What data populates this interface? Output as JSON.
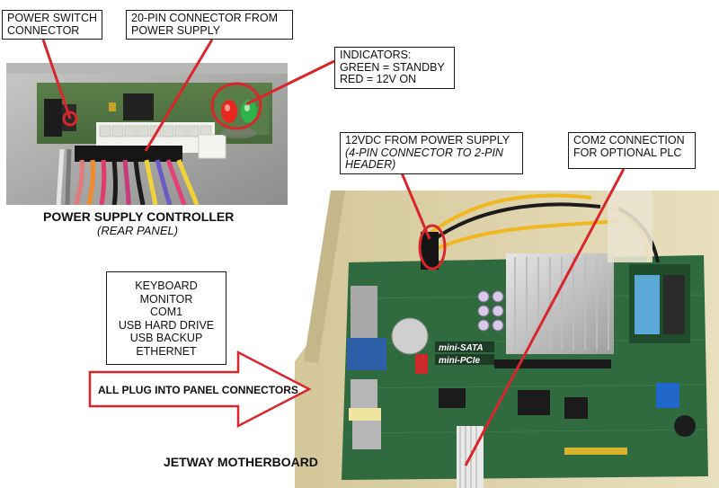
{
  "callouts": {
    "power_switch": [
      "POWER SWITCH",
      "CONNECTOR"
    ],
    "pin20": [
      "20-PIN CONNECTOR FROM",
      "POWER SUPPLY"
    ],
    "indicators": [
      "INDICATORS:",
      "GREEN = STANDBY",
      "RED = 12V ON"
    ],
    "vdc12": [
      "12VDC FROM POWER SUPPLY",
      "(4-PIN CONNECTOR TO 2-PIN",
      "HEADER)"
    ],
    "com2": [
      "COM2 CONNECTION",
      "FOR OPTIONAL PLC"
    ]
  },
  "captions": {
    "psu_title": "POWER SUPPLY CONTROLLER",
    "psu_sub": "(REAR PANEL)",
    "motherboard": "JETWAY MOTHERBOARD"
  },
  "connections_box": [
    "KEYBOARD",
    "MONITOR",
    "COM1",
    "USB HARD DRIVE",
    "USB BACKUP",
    "ETHERNET"
  ],
  "arrow_label": "ALL PLUG INTO PANEL CONNECTORS",
  "board_labels": {
    "mini_sata": "mini-SATA",
    "mini_pcie": "mini-PCIe"
  },
  "colors": {
    "callout_line": "#d9262c",
    "led_red": "#e8281e",
    "led_green": "#2fb34a",
    "pcb": "#2f6b3e"
  }
}
